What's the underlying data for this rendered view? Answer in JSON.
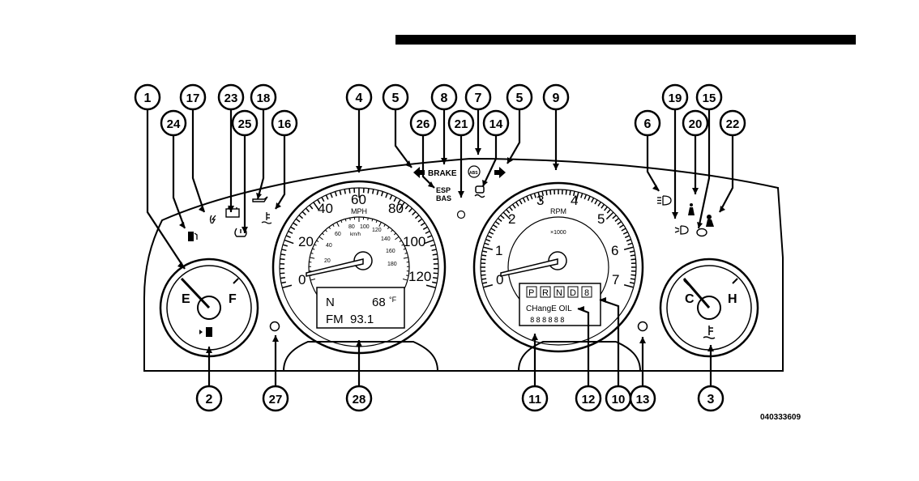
{
  "figure_id": "040333609",
  "callouts": [
    "1",
    "2",
    "3",
    "4",
    "5",
    "5",
    "6",
    "7",
    "8",
    "9",
    "10",
    "11",
    "12",
    "13",
    "14",
    "15",
    "16",
    "17",
    "18",
    "19",
    "20",
    "21",
    "22",
    "23",
    "24",
    "25",
    "26",
    "27",
    "28"
  ],
  "speedometer": {
    "mph_labels": [
      "0",
      "20",
      "40",
      "60",
      "80",
      "100",
      "120"
    ],
    "unit": "MPH",
    "kmh_labels": [
      "20",
      "40",
      "60",
      "80",
      "100",
      "120",
      "140",
      "160",
      "180"
    ],
    "kmh_unit": "km/h"
  },
  "tachometer": {
    "labels": [
      "0",
      "1",
      "2",
      "3",
      "4",
      "5",
      "6",
      "7"
    ],
    "unit": "RPM",
    "multiplier": "×1000"
  },
  "fuel_gauge": {
    "empty": "E",
    "full": "F"
  },
  "temp_gauge": {
    "cold": "C",
    "hot": "H"
  },
  "center_labels": {
    "brake": "BRAKE",
    "esp": "ESP",
    "bas": "BAS",
    "abs": "ABS"
  },
  "odometer_display": {
    "gear": "N",
    "temperature": "68",
    "temp_unit": "°F",
    "radio": "FM  93.1"
  },
  "evic_display": {
    "prnd": [
      "P",
      "R",
      "N",
      "D",
      "8"
    ],
    "message": "CHangE OIL",
    "digits": "888888"
  }
}
